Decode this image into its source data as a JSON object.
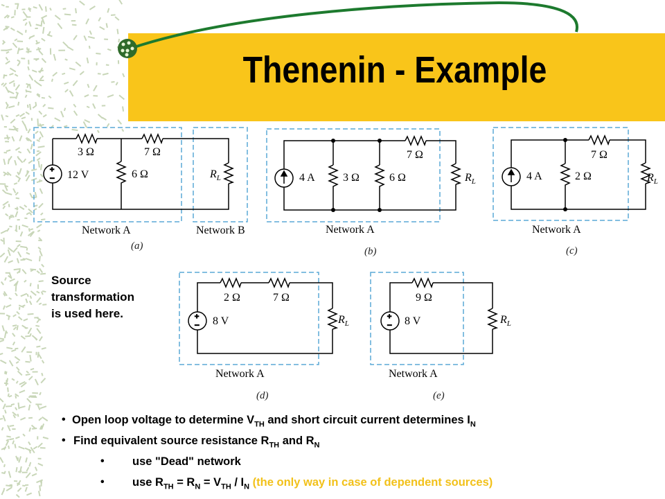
{
  "slide": {
    "title": "Thenenin - Example",
    "note": [
      "Source",
      "transformation",
      "is used here."
    ],
    "bullets": {
      "b1": {
        "p1": "Open loop voltage to determine V",
        "s1": "TH",
        "p2": " and short circuit current determines I",
        "s2": "N"
      },
      "b2": {
        "p1": "Find equivalent source resistance R",
        "s1": "TH",
        "p2": " and R",
        "s2": "N"
      },
      "b3": {
        "text": "use \"Dead\" network"
      },
      "b4": {
        "p1": "use R",
        "s1": "TH",
        "p2": " = R",
        "s2": "N",
        "p3": " = V",
        "s3": "TH",
        "p4": " / I",
        "s4": "N",
        "hl": " (the only way in case of dependent sources)"
      }
    },
    "bullet_char": "•"
  },
  "circuits": {
    "a": {
      "caption": "(a)",
      "net_a": "Network A",
      "net_b": "Network B",
      "r1": "3 Ω",
      "r2": "7 Ω",
      "r3": "6 Ω",
      "src": "12 V",
      "rl": "R",
      "rl_sub": "L"
    },
    "b": {
      "caption": "(b)",
      "net_a": "Network A",
      "src": "4 A",
      "r1": "3 Ω",
      "r2": "6 Ω",
      "r3": "7 Ω",
      "rl": "R",
      "rl_sub": "L"
    },
    "c": {
      "caption": "(c)",
      "net_a": "Network A",
      "src": "4 A",
      "r1": "2 Ω",
      "r2": "7 Ω",
      "rl": "R",
      "rl_sub": "L"
    },
    "d": {
      "caption": "(d)",
      "net_a": "Network A",
      "r1": "2 Ω",
      "r2": "7 Ω",
      "src": "8 V",
      "rl": "R",
      "rl_sub": "L"
    },
    "e": {
      "caption": "(e)",
      "net_a": "Network A",
      "r1": "9 Ω",
      "src": "8 V",
      "rl": "R",
      "rl_sub": "L"
    }
  },
  "colors": {
    "banner": "#f9c51a",
    "dash": "#5aa9d6",
    "swoosh": "#1d7a2e",
    "highlight": "#f2c11a",
    "pattern": "#c8d6b8"
  }
}
